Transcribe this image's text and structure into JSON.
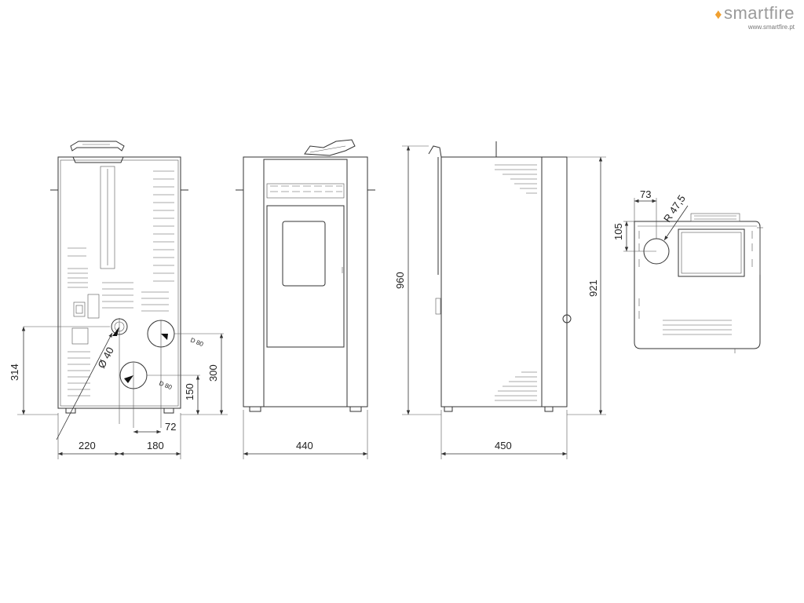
{
  "logo": {
    "brand": "smartfire",
    "url": "www.smartfire.pt",
    "flame_color": "#f0a030"
  },
  "rear_view": {
    "dim_220": "220",
    "dim_180": "180",
    "dim_72": "72",
    "dim_314": "314",
    "dim_300": "300",
    "dim_150": "150",
    "dim_diam40": "Ø 40",
    "dim_d80_upper": "D 80",
    "dim_d80_lower": "D 80"
  },
  "front_view": {
    "dim_440": "440"
  },
  "side_view": {
    "dim_960": "960",
    "dim_921": "921",
    "dim_450": "450"
  },
  "top_view": {
    "dim_73": "73",
    "dim_105": "105",
    "dim_r475": "R 47,5"
  }
}
